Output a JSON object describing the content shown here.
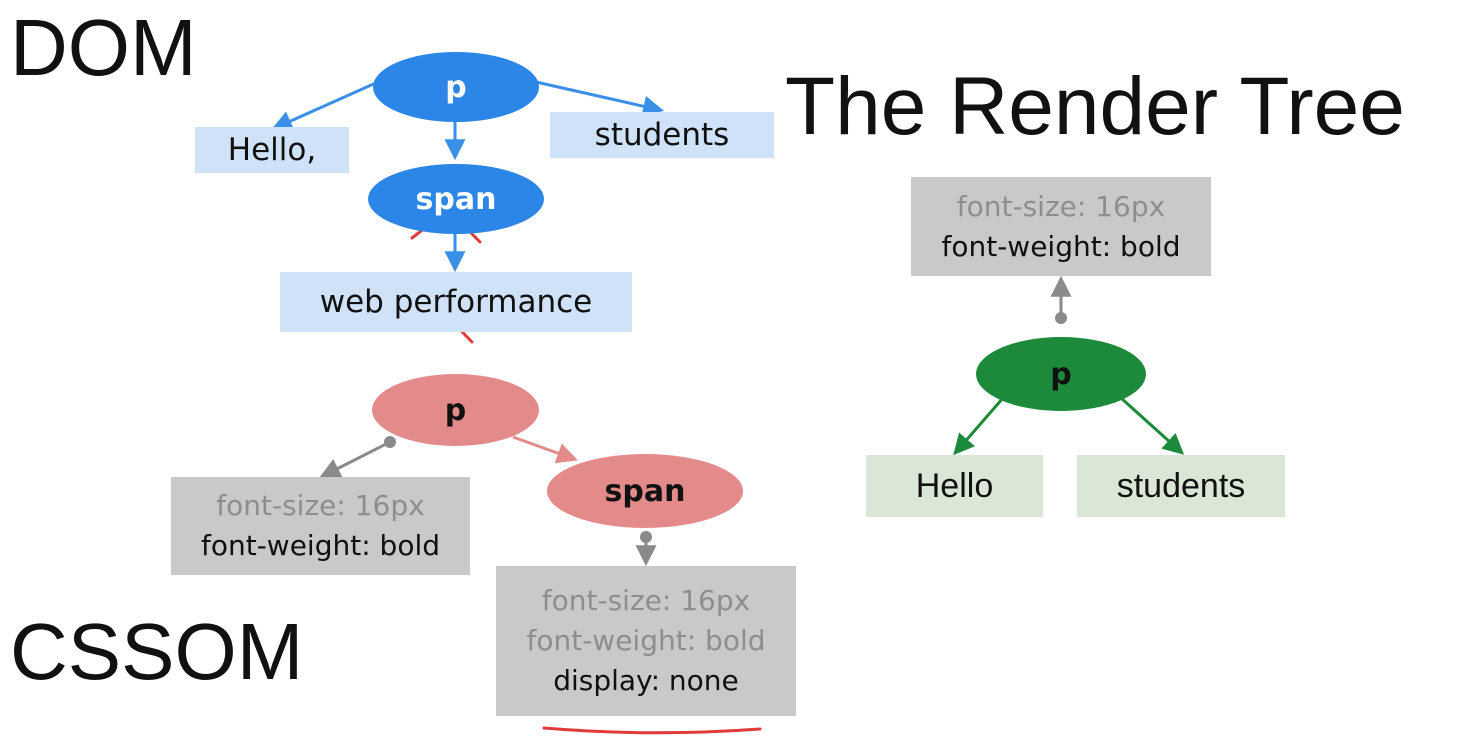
{
  "titles": {
    "dom": "DOM",
    "cssom": "CSSOM",
    "render_tree": "The Render Tree"
  },
  "dom": {
    "root": "p",
    "child": "span",
    "leaves": [
      "Hello,",
      "students",
      "web performance"
    ],
    "removed_marker_color": "#e03a3a"
  },
  "cssom": {
    "root": "p",
    "child": "span",
    "p_styles": [
      "font-size: 16px",
      "font-weight: bold"
    ],
    "span_styles": [
      "font-size: 16px",
      "font-weight: bold",
      "display: none"
    ]
  },
  "render_tree": {
    "root": "p",
    "styles": [
      "font-size: 16px",
      "font-weight: bold"
    ],
    "leaves": [
      "Hello",
      "students"
    ]
  },
  "colors": {
    "dom": "#2b86e8",
    "cssom": "#e38b8a",
    "render": "#1c8a3a",
    "style_box": "#c9c9c9"
  }
}
